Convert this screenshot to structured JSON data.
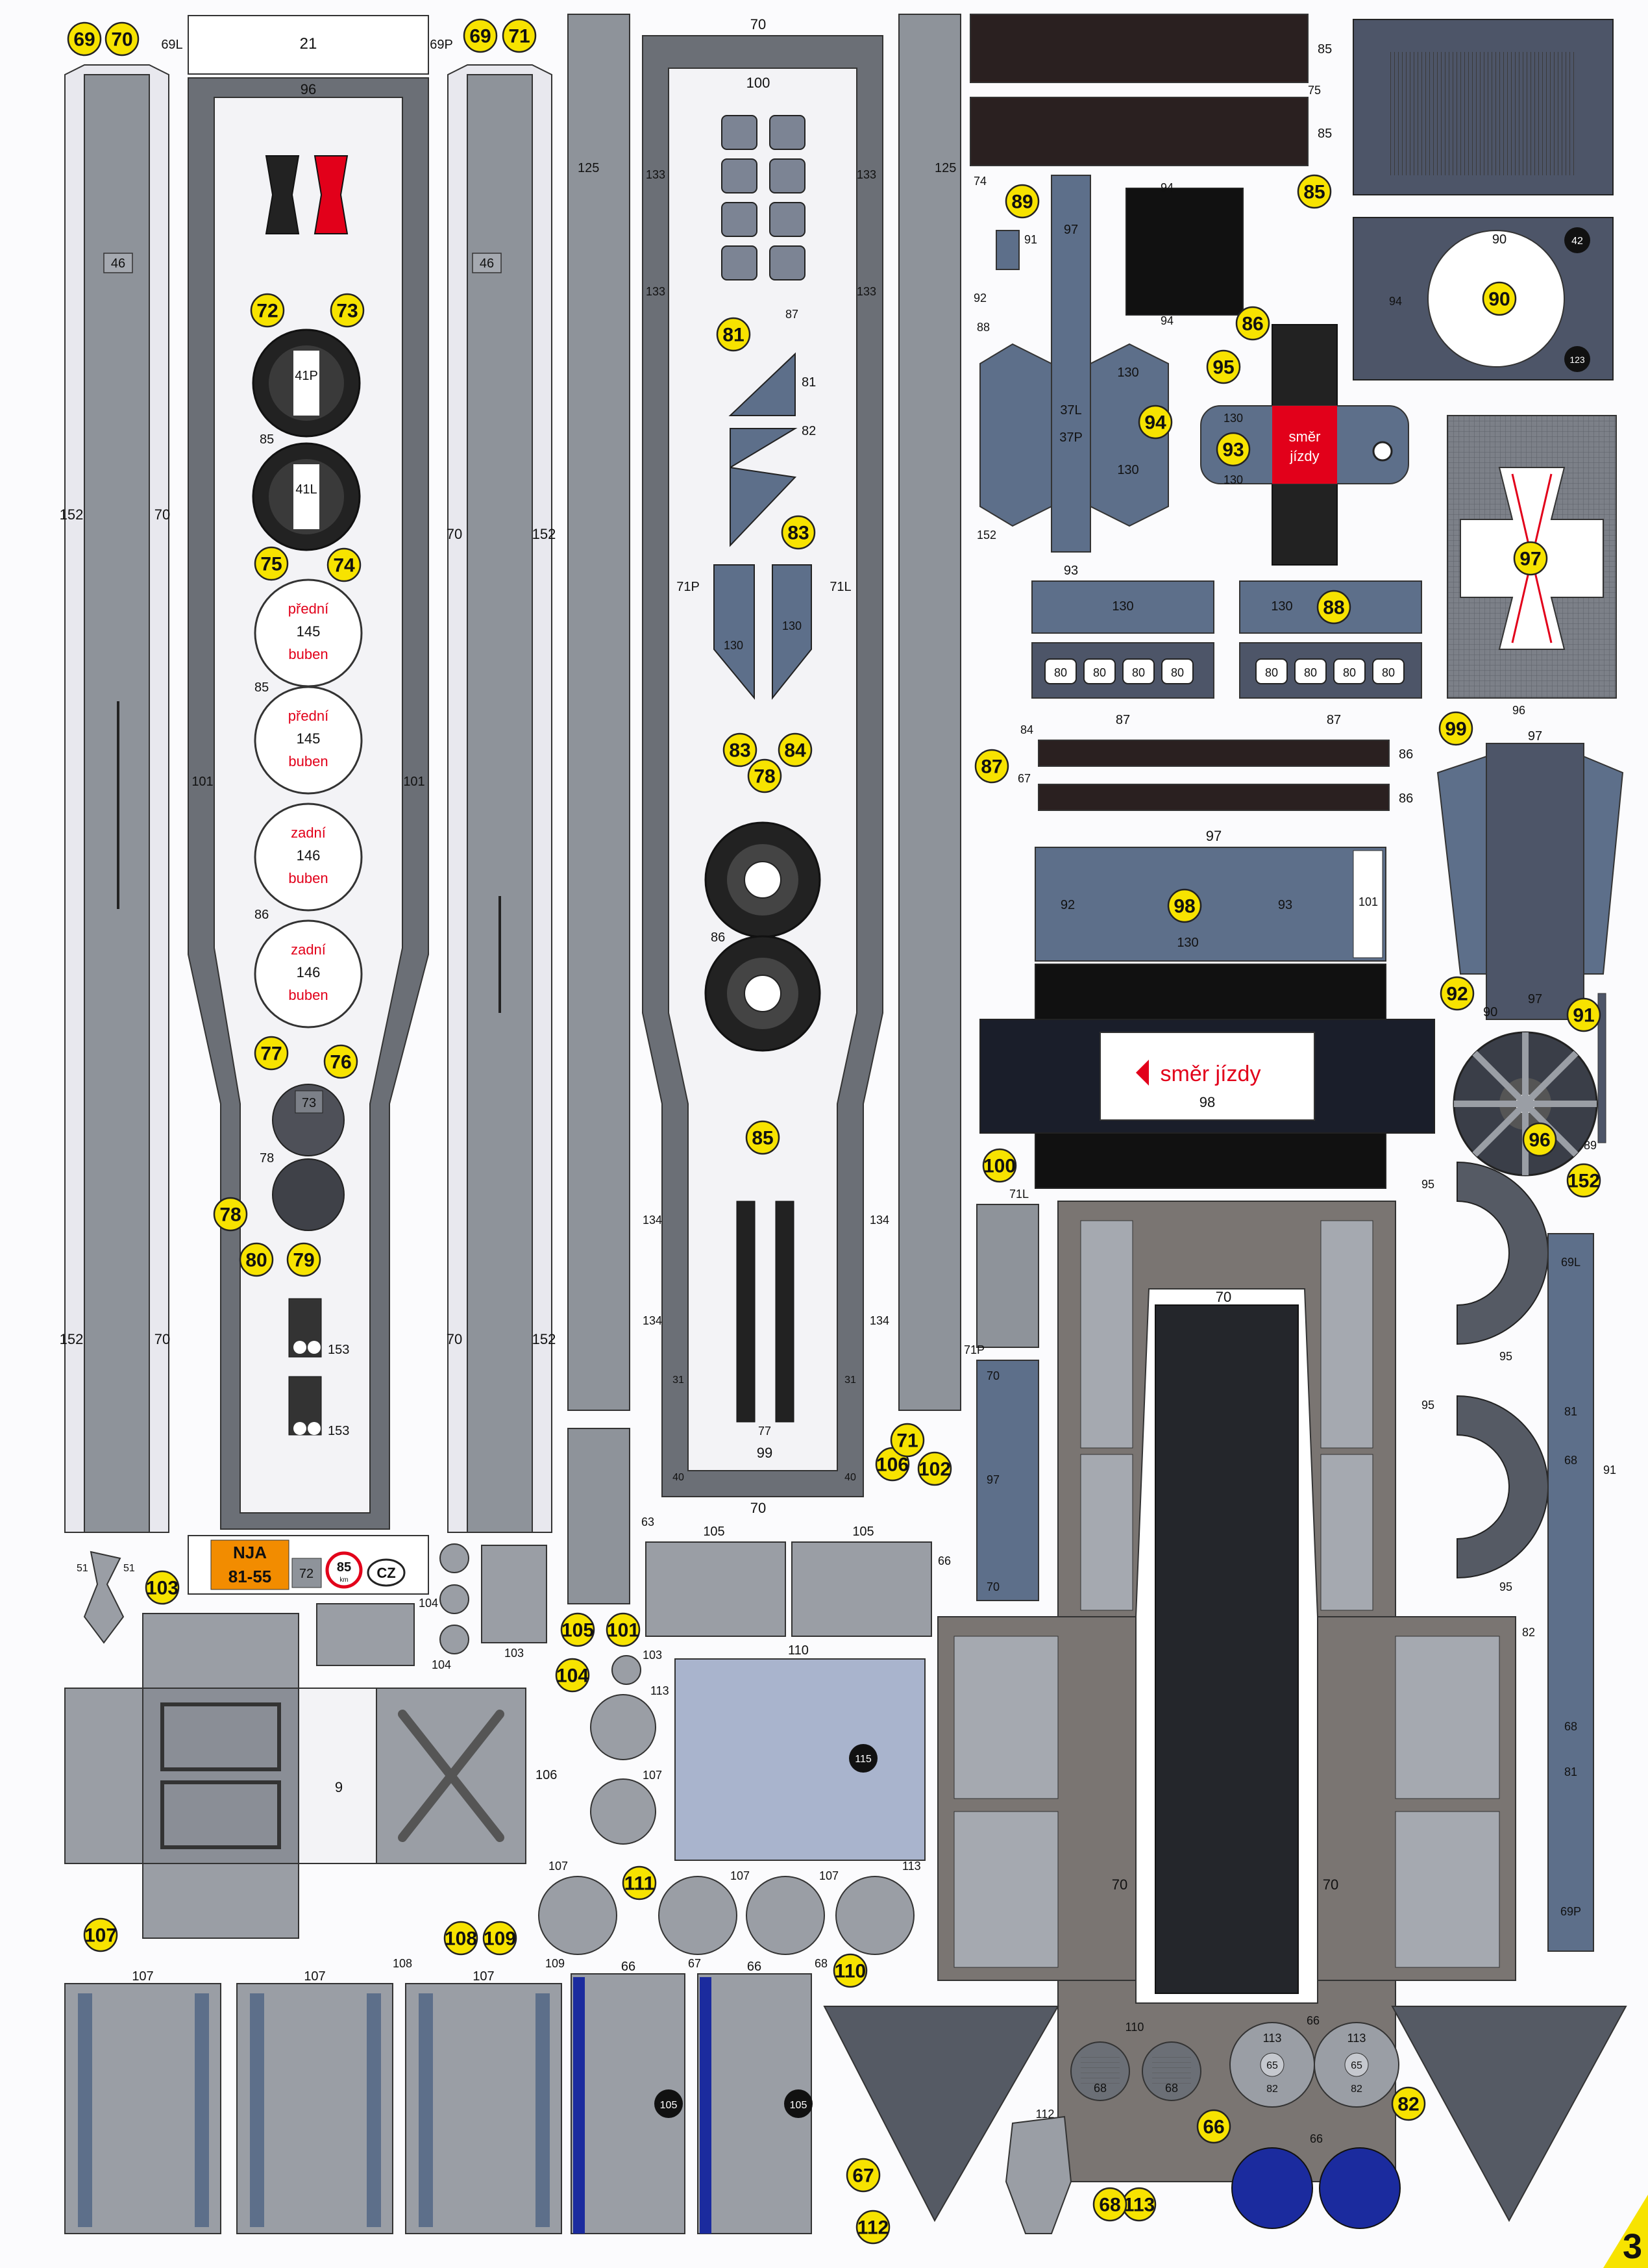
{
  "sheet": {
    "page_number": "3",
    "colors": {
      "paper": "#fbfbfd",
      "grey_part": "#9a9ea5",
      "dark_part": "#1e1e22",
      "blue_part": "#5d6f8a",
      "marker": "#f7e300",
      "accent_red": "#e2001a",
      "plate_orange": "#f28c00",
      "blue_disc": "#1b2b9e"
    },
    "markers": [
      "69",
      "70",
      "69",
      "71",
      "72",
      "73",
      "74",
      "75",
      "76",
      "77",
      "78",
      "79",
      "80",
      "81",
      "83",
      "83",
      "84",
      "78",
      "85",
      "85",
      "86",
      "87",
      "88",
      "89",
      "90",
      "91",
      "92",
      "93",
      "94",
      "95",
      "96",
      "97",
      "98",
      "99",
      "100",
      "101",
      "102",
      "103",
      "104",
      "105",
      "106",
      "107",
      "108",
      "109",
      "110",
      "111",
      "112",
      "113",
      "66",
      "67",
      "68",
      "82",
      "152",
      "71"
    ],
    "rail_labels": {
      "r21": "21",
      "r96": "96",
      "r46": "46",
      "r101": "101",
      "r152": "152",
      "r70": "70",
      "r125": "125",
      "r133": "133",
      "r100": "100",
      "r134": "134",
      "r31": "31",
      "r40": "40",
      "r99": "99",
      "r77": "77",
      "r69L": "69L",
      "r69P": "69P",
      "r71P": "71P",
      "r71L": "71L",
      "r87": "87",
      "r81": "81",
      "r82": "82"
    },
    "drum_labels": {
      "front": "přední",
      "front_num": "145",
      "drum": "buben",
      "rear": "zadní",
      "rear_num": "146",
      "p41": "41P",
      "l41": "41L",
      "n85": "85",
      "n86": "86",
      "n73": "73",
      "n78": "78",
      "n153": "153"
    },
    "plate": {
      "number_top": "NJA",
      "number_bottom": "81-55",
      "n72": "72",
      "speed": "85",
      "speed_unit": "km",
      "country": "CZ"
    },
    "direction": {
      "word1": "směr",
      "word2": "jízdy",
      "full": "směr jízdy",
      "n98": "98"
    },
    "top_right": {
      "n85": "85",
      "n75": "75",
      "n74": "74",
      "n91": "91",
      "n92": "92",
      "n88": "88",
      "n97": "97",
      "n94": "94",
      "n89": "89",
      "n90": "90",
      "n92b": "92",
      "n93": "93",
      "n130": "130",
      "n37L": "37L",
      "n37P": "37P",
      "n80": "80",
      "n87": "87",
      "n152": "152",
      "n42": "42",
      "n123": "123",
      "n84": "84",
      "n67": "67",
      "n86": "86",
      "n96": "96",
      "n101": "101"
    },
    "bottom": {
      "n105": "105",
      "n63": "63",
      "n66": "66",
      "n110": "110",
      "n113": "113",
      "n115": "115",
      "n107": "107",
      "n103": "103",
      "n104": "104",
      "n106": "106",
      "n9": "9",
      "n108": "108",
      "n109": "109",
      "n67": "67",
      "n68": "68",
      "n65": "65",
      "n82": "82",
      "n112": "112",
      "n51": "51",
      "n70": "70",
      "n95": "95",
      "n89": "89",
      "n71L": "71L",
      "n71P": "71P",
      "n68b": "68",
      "n81": "81",
      "n91": "91"
    }
  }
}
